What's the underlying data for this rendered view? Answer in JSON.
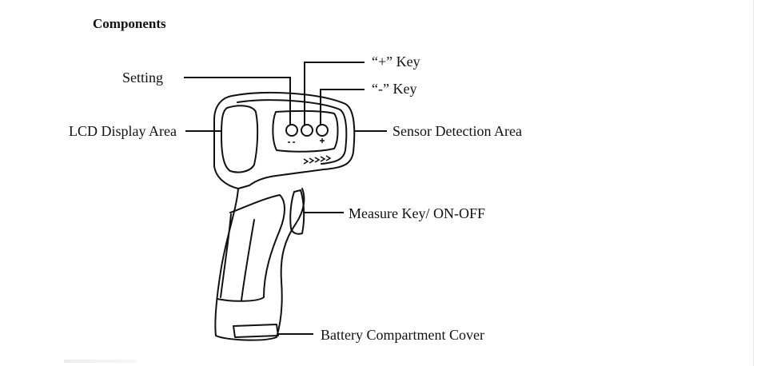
{
  "diagram": {
    "heading": "Components",
    "labels": {
      "setting": "Setting",
      "plus_key": "“+” Key",
      "minus_key": "“-” Key",
      "lcd_display": "LCD Display Area",
      "sensor_detection": "Sensor Detection Area",
      "measure_key": "Measure Key/ ON-OFF",
      "battery_cover": "Battery Compartment Cover"
    },
    "colors": {
      "ink": "#111111",
      "background": "#ffffff"
    }
  }
}
